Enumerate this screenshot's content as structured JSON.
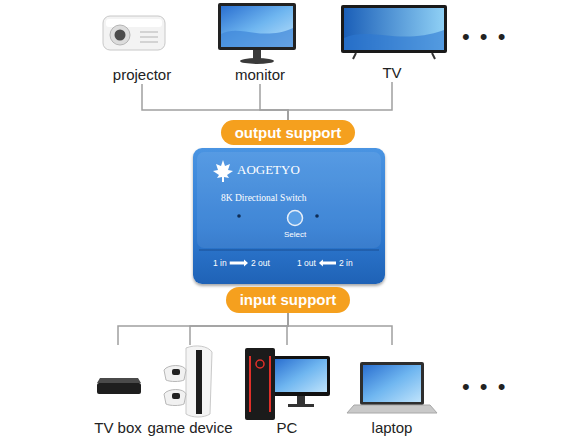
{
  "diagram": {
    "nodes": [
      {
        "text": [
          "projector"
        ]
      },
      {
        "text": [
          "monitor"
        ]
      },
      {
        "text": [
          "TV"
        ]
      },
      {
        "text": [
          "output support"
        ]
      },
      {
        "text": [
          "AOGETYO",
          "8K Directional Switch",
          "Select",
          "1 in",
          "2 out",
          "1 out",
          "2 in"
        ]
      },
      {
        "text": [
          "input support"
        ]
      },
      {
        "text": [
          "TV box"
        ]
      },
      {
        "text": [
          "game device"
        ]
      },
      {
        "text": [
          "PC"
        ]
      },
      {
        "text": [
          "laptop"
        ]
      }
    ],
    "edges": [
      {
        "from": 0,
        "to": 3,
        "arrow": "none"
      },
      {
        "from": 1,
        "to": 3,
        "arrow": "none"
      },
      {
        "from": 2,
        "to": 3,
        "arrow": "none"
      },
      {
        "from": 5,
        "to": 6,
        "arrow": "none"
      },
      {
        "from": 5,
        "to": 7,
        "arrow": "none"
      },
      {
        "from": 5,
        "to": 8,
        "arrow": "none"
      },
      {
        "from": 5,
        "to": 9,
        "arrow": "none"
      }
    ],
    "labels": [
      "• • •",
      "• • •"
    ]
  }
}
